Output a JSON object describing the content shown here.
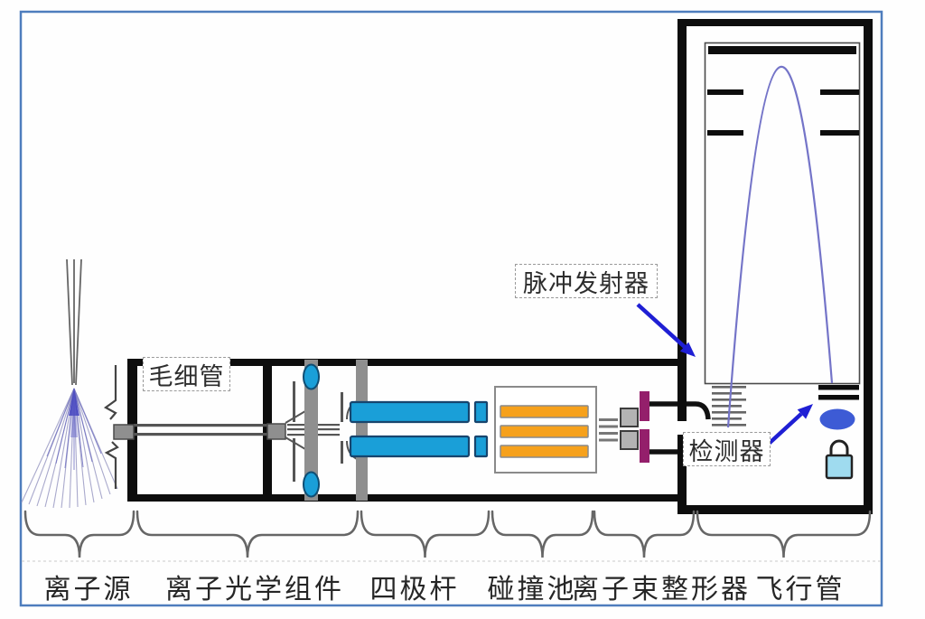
{
  "diagram": {
    "title_implicit": "Q-TOF mass spectrometer schematic",
    "annotations": {
      "capillary": "毛细管",
      "pulser": "脉冲发射器",
      "detector": "检测器"
    },
    "sections": [
      {
        "label": "离子源"
      },
      {
        "label": "离子光学组件"
      },
      {
        "label": "四极杆"
      },
      {
        "label": "碰撞池"
      },
      {
        "label": "离子束整形器"
      },
      {
        "label": "飞行管"
      }
    ],
    "colors": {
      "border_blue": "#4e7dbd",
      "rod_cyan": "#1a9fd8",
      "rod_edge": "#17456e",
      "collision_orange": "#f6a11c",
      "shaper_purple": "#941f6b",
      "detector_blue": "#3d5bd5",
      "lock_blue": "#9fdbef",
      "arrow_blue": "#1f1fd4",
      "trajectory_blue": "#7474c8"
    }
  }
}
